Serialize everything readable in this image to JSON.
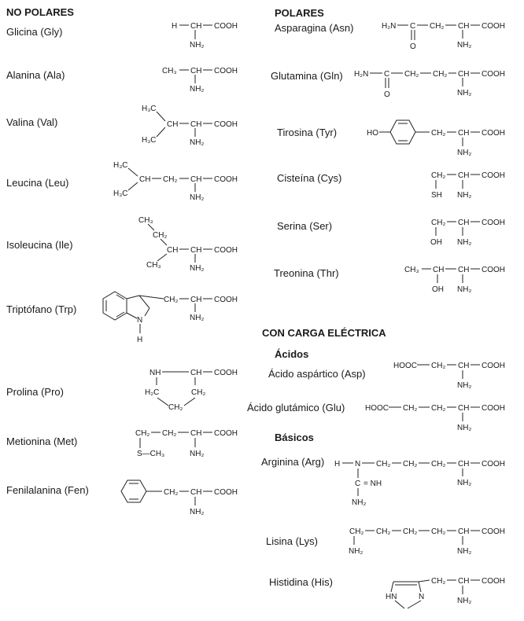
{
  "headers": {
    "nonpolar": "NO POLARES",
    "polar": "POLARES",
    "charged": "CON CARGA ELÉCTRICA",
    "acidic": "Ácidos",
    "basic": "Básicos"
  },
  "amino_acids": {
    "gly": {
      "name": "Glicina (Gly)"
    },
    "ala": {
      "name": "Alanina (Ala)"
    },
    "val": {
      "name": "Valina (Val)"
    },
    "leu": {
      "name": "Leucina (Leu)"
    },
    "ile": {
      "name": "Isoleucina (Ile)"
    },
    "trp": {
      "name": "Triptófano (Trp)"
    },
    "pro": {
      "name": "Prolina (Pro)"
    },
    "met": {
      "name": "Metionina (Met)"
    },
    "phe": {
      "name": "Fenilalanina (Fen)"
    },
    "asn": {
      "name": "Asparagina (Asn)"
    },
    "gln": {
      "name": "Glutamina (Gln)"
    },
    "tyr": {
      "name": "Tirosina (Tyr)"
    },
    "cys": {
      "name": "Cisteína (Cys)"
    },
    "ser": {
      "name": "Serina (Ser)"
    },
    "thr": {
      "name": "Treonina (Thr)"
    },
    "asp": {
      "name": "Ácido aspártico (Asp)"
    },
    "glu": {
      "name": "Ácido glutámico (Glu)"
    },
    "arg": {
      "name": "Arginina (Arg)"
    },
    "lys": {
      "name": "Lisina (Lys)"
    },
    "his": {
      "name": "Histidina (His)"
    }
  },
  "groups": {
    "cooh": "COOH",
    "nh2": "NH₂",
    "ch": "CH",
    "ch2": "CH₂",
    "ch3": "CH₃",
    "h3c": "H₃C",
    "h2c": "H₂C",
    "h2n": "H₂N",
    "h": "H",
    "c": "C",
    "o": "O",
    "n": "N",
    "nh": "NH",
    "ho": "HO",
    "sh": "SH",
    "oh": "OH",
    "hooc": "HOOC",
    "s_ch3": "S—CH₃",
    "hn": "HN",
    "eq_nh": "= NH"
  }
}
